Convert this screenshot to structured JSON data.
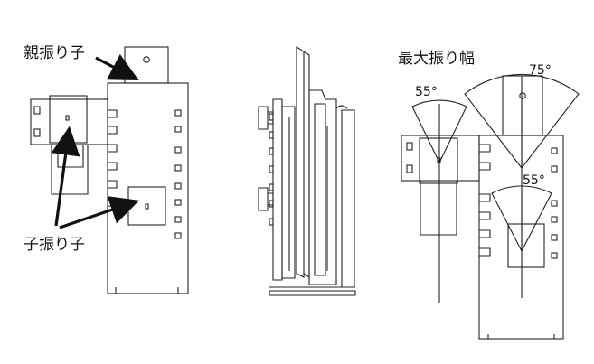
{
  "labels": {
    "parent_pendulum": "親振り子",
    "child_pendulum": "子振り子",
    "max_swing": "最大振り幅"
  },
  "angles": {
    "child_left": "55°",
    "parent": "75°",
    "child_right": "55°"
  }
}
